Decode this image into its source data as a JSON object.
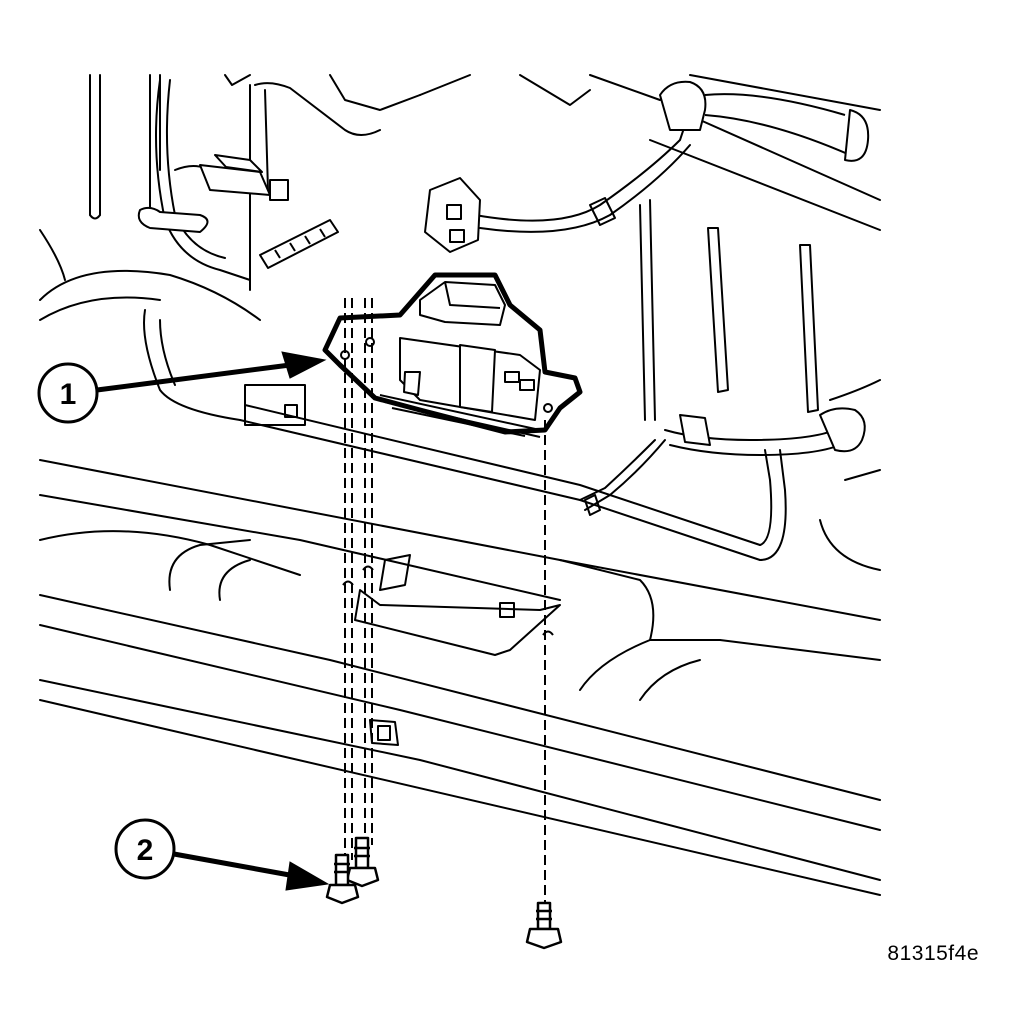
{
  "diagram": {
    "figure_id": "81315f4e",
    "colors": {
      "line": "#000000",
      "background": "#ffffff"
    },
    "callouts": [
      {
        "number": "1",
        "target": "lamp-housing-seal"
      },
      {
        "number": "2",
        "target": "mounting-screws"
      }
    ]
  }
}
